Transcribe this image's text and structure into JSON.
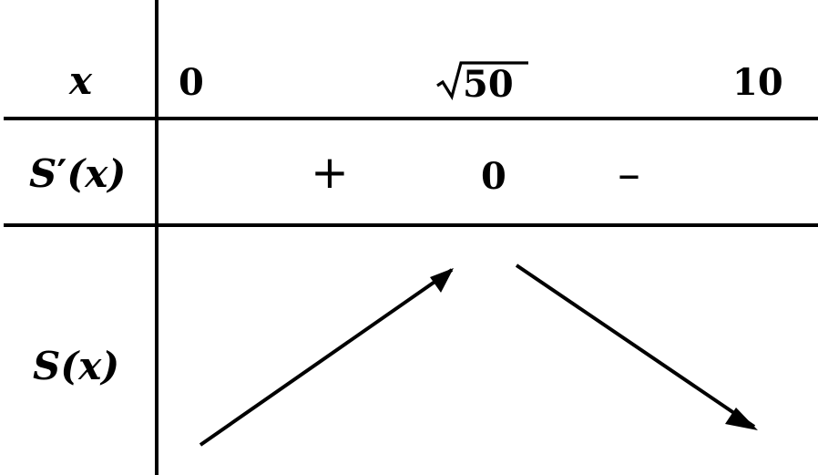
{
  "table": {
    "row_x": {
      "label": "x",
      "values": [
        "0",
        "50",
        "10"
      ],
      "critical_point_radical": "sqrt"
    },
    "row_derivative": {
      "label_main": "S",
      "label_prime": "′",
      "label_arg": "(x)",
      "signs": [
        "+",
        "0",
        "–"
      ]
    },
    "row_function": {
      "label_main": "S",
      "label_arg": "(x)",
      "variation": [
        "increasing",
        "decreasing"
      ]
    }
  },
  "colors": {
    "ink": "#000000",
    "background": "#ffffff"
  }
}
